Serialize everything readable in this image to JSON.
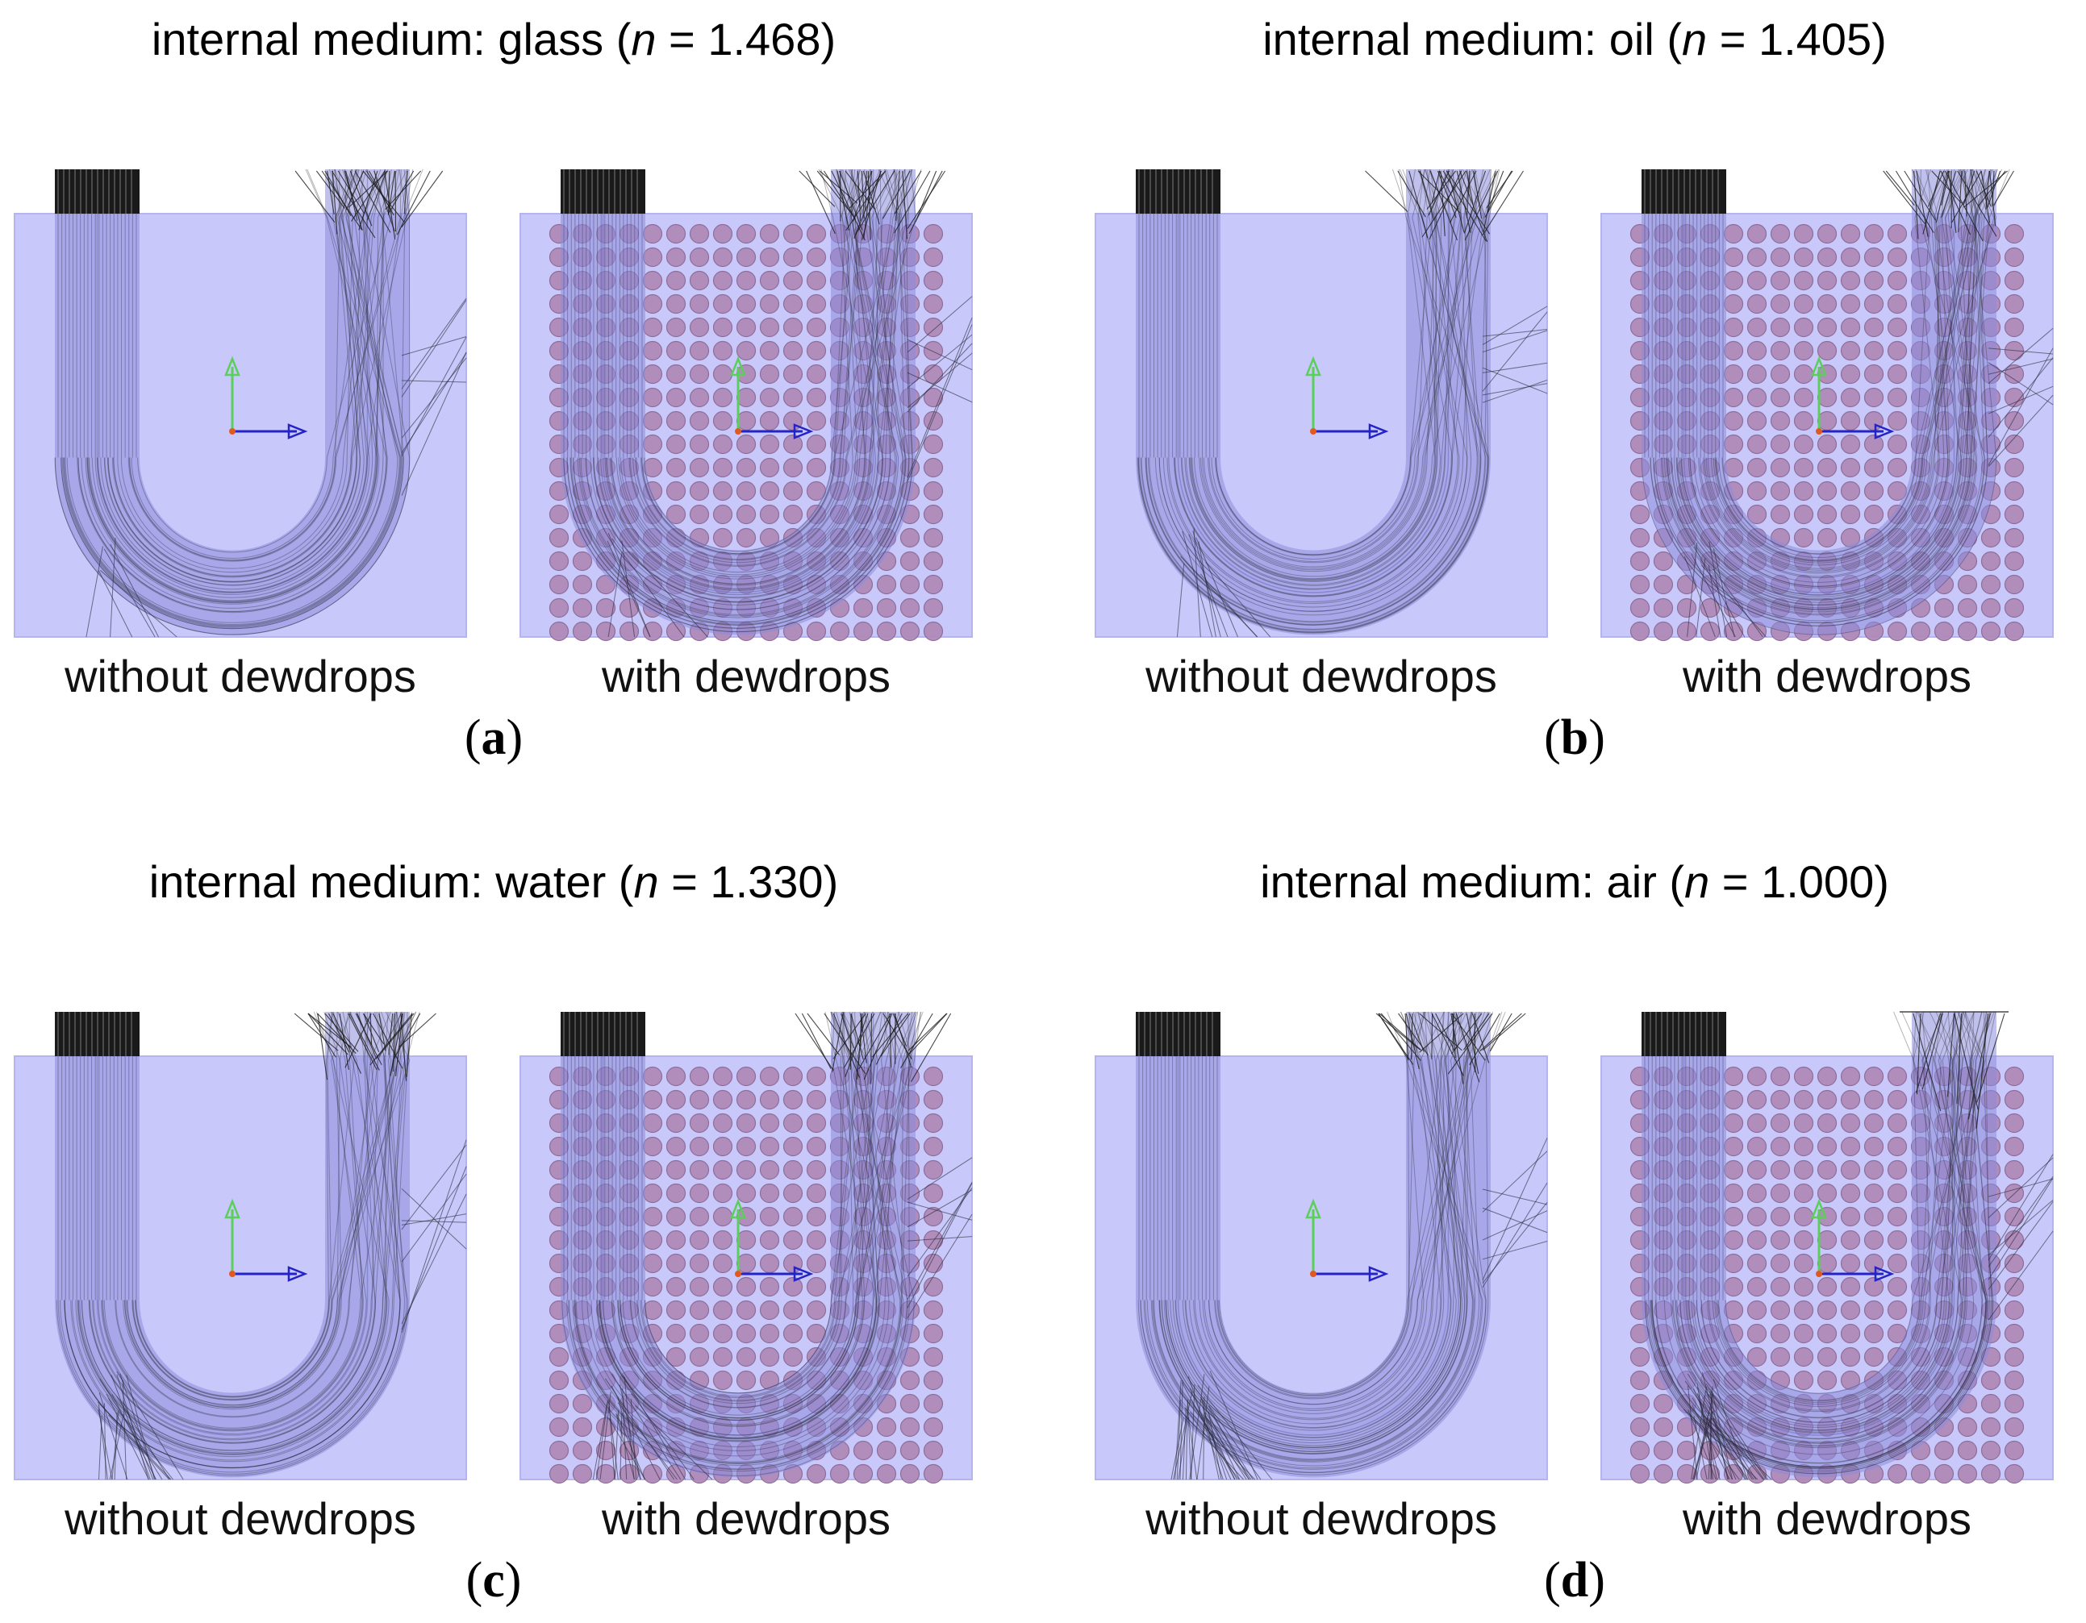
{
  "panels": [
    {
      "id": "a",
      "title_prefix": "internal medium: glass (",
      "title_var": "n",
      "title_suffix": " = 1.468)",
      "left_caption": "without dewdrops",
      "right_caption": "with dewdrops",
      "letter_open": "(",
      "letter": "a",
      "letter_close": ")",
      "right_receiver_raised": false
    },
    {
      "id": "b",
      "title_prefix": "internal medium: oil (",
      "title_var": "n",
      "title_suffix": " = 1.405)",
      "left_caption": "without dewdrops",
      "right_caption": "with dewdrops",
      "letter_open": "(",
      "letter": "b",
      "letter_close": ")",
      "right_receiver_raised": false
    },
    {
      "id": "c",
      "title_prefix": "internal medium: water (",
      "title_var": "n",
      "title_suffix": " = 1.330)",
      "left_caption": "without dewdrops",
      "right_caption": "with dewdrops",
      "letter_open": "(",
      "letter": "c",
      "letter_close": ")",
      "right_receiver_raised": false
    },
    {
      "id": "d",
      "title_prefix": "internal medium: air (",
      "title_var": "n",
      "title_suffix": " = 1.000)",
      "left_caption": "without dewdrops",
      "right_caption": "with dewdrops",
      "letter_open": "(",
      "letter": "d",
      "letter_close": ")",
      "right_receiver_raised": true
    }
  ],
  "colors": {
    "box_fill": "#c8c8fa",
    "box_stroke": "#b4b4ee",
    "fiber_fill": "#8c8cdc",
    "fiber_edge": "#6a6ab8",
    "ray": "#2a2a3a",
    "droplet": "#b08ab8",
    "droplet_edge": "#8a6a96",
    "axis_y": "#5ad05a",
    "axis_z": "#2323c8",
    "axis_x": "#e05a20"
  }
}
